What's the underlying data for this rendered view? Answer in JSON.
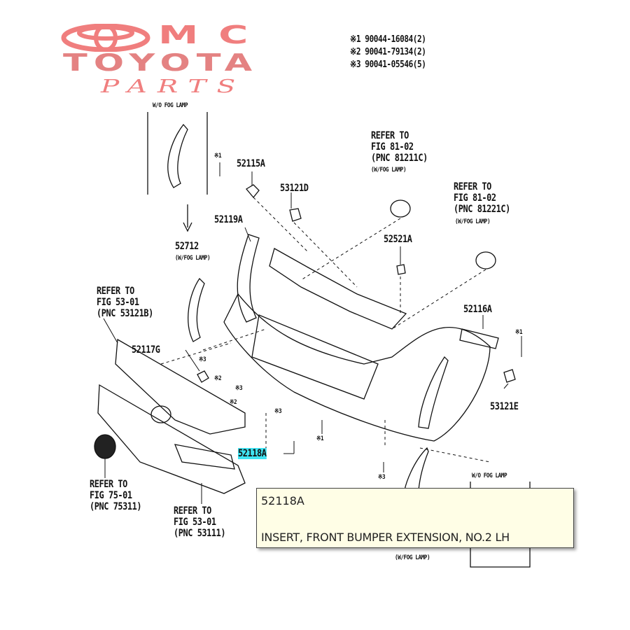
{
  "logo": {
    "line1": "MC",
    "line2": "TOYOTA",
    "line3": "PARTS"
  },
  "notes": [
    "※1 90044-16084(2)",
    "※2 90041-79134(2)",
    "※3 90041-05546(5)"
  ],
  "labels": {
    "wo_fog_top": "W/O FOG LAMP",
    "mark1_a": "※1",
    "p52115A": "52115A",
    "p53121D": "53121D",
    "ref81211": [
      "REFER TO",
      "FIG 81-02",
      "(PNC 81211C)",
      "(W/FOG LAMP)"
    ],
    "ref81221": [
      "REFER TO",
      "FIG 81-02",
      "(PNC 81221C)",
      "(W/FOG LAMP)"
    ],
    "p52119A": "52119A",
    "p52521A": "52521A",
    "p52712": "52712",
    "p52712_note": "(W/FOG LAMP)",
    "ref53121": [
      "REFER TO",
      "FIG 53-01",
      "(PNC 53121B)"
    ],
    "p52116A": "52116A",
    "mark1_b": "※1",
    "p52117G": "52117G",
    "mark3_a": "※3",
    "mark2_a": "※2",
    "mark3_b": "※3",
    "mark2_b": "※2",
    "mark3_c": "※3",
    "mark1_c": "※1",
    "mark3_d": "※3",
    "p53121E": "53121E",
    "p52118A": "52118A",
    "ref75311": [
      "REFER TO",
      "FIG 75-01",
      "(PNC 75311)"
    ],
    "ref53111": [
      "REFER TO",
      "FIG 53-01",
      "(PNC 53111)"
    ],
    "wo_fog_bottom": "W/O FOG LAMP",
    "w_fog_bottom": "(W/FOG LAMP)"
  },
  "tooltip": {
    "code": "52118A",
    "description": "INSERT, FRONT BUMPER EXTENSION, NO.2 LH"
  },
  "colors": {
    "highlight": "#3fe3f2",
    "logo": "#f07e7e",
    "tooltip_bg": "#fffee6"
  }
}
